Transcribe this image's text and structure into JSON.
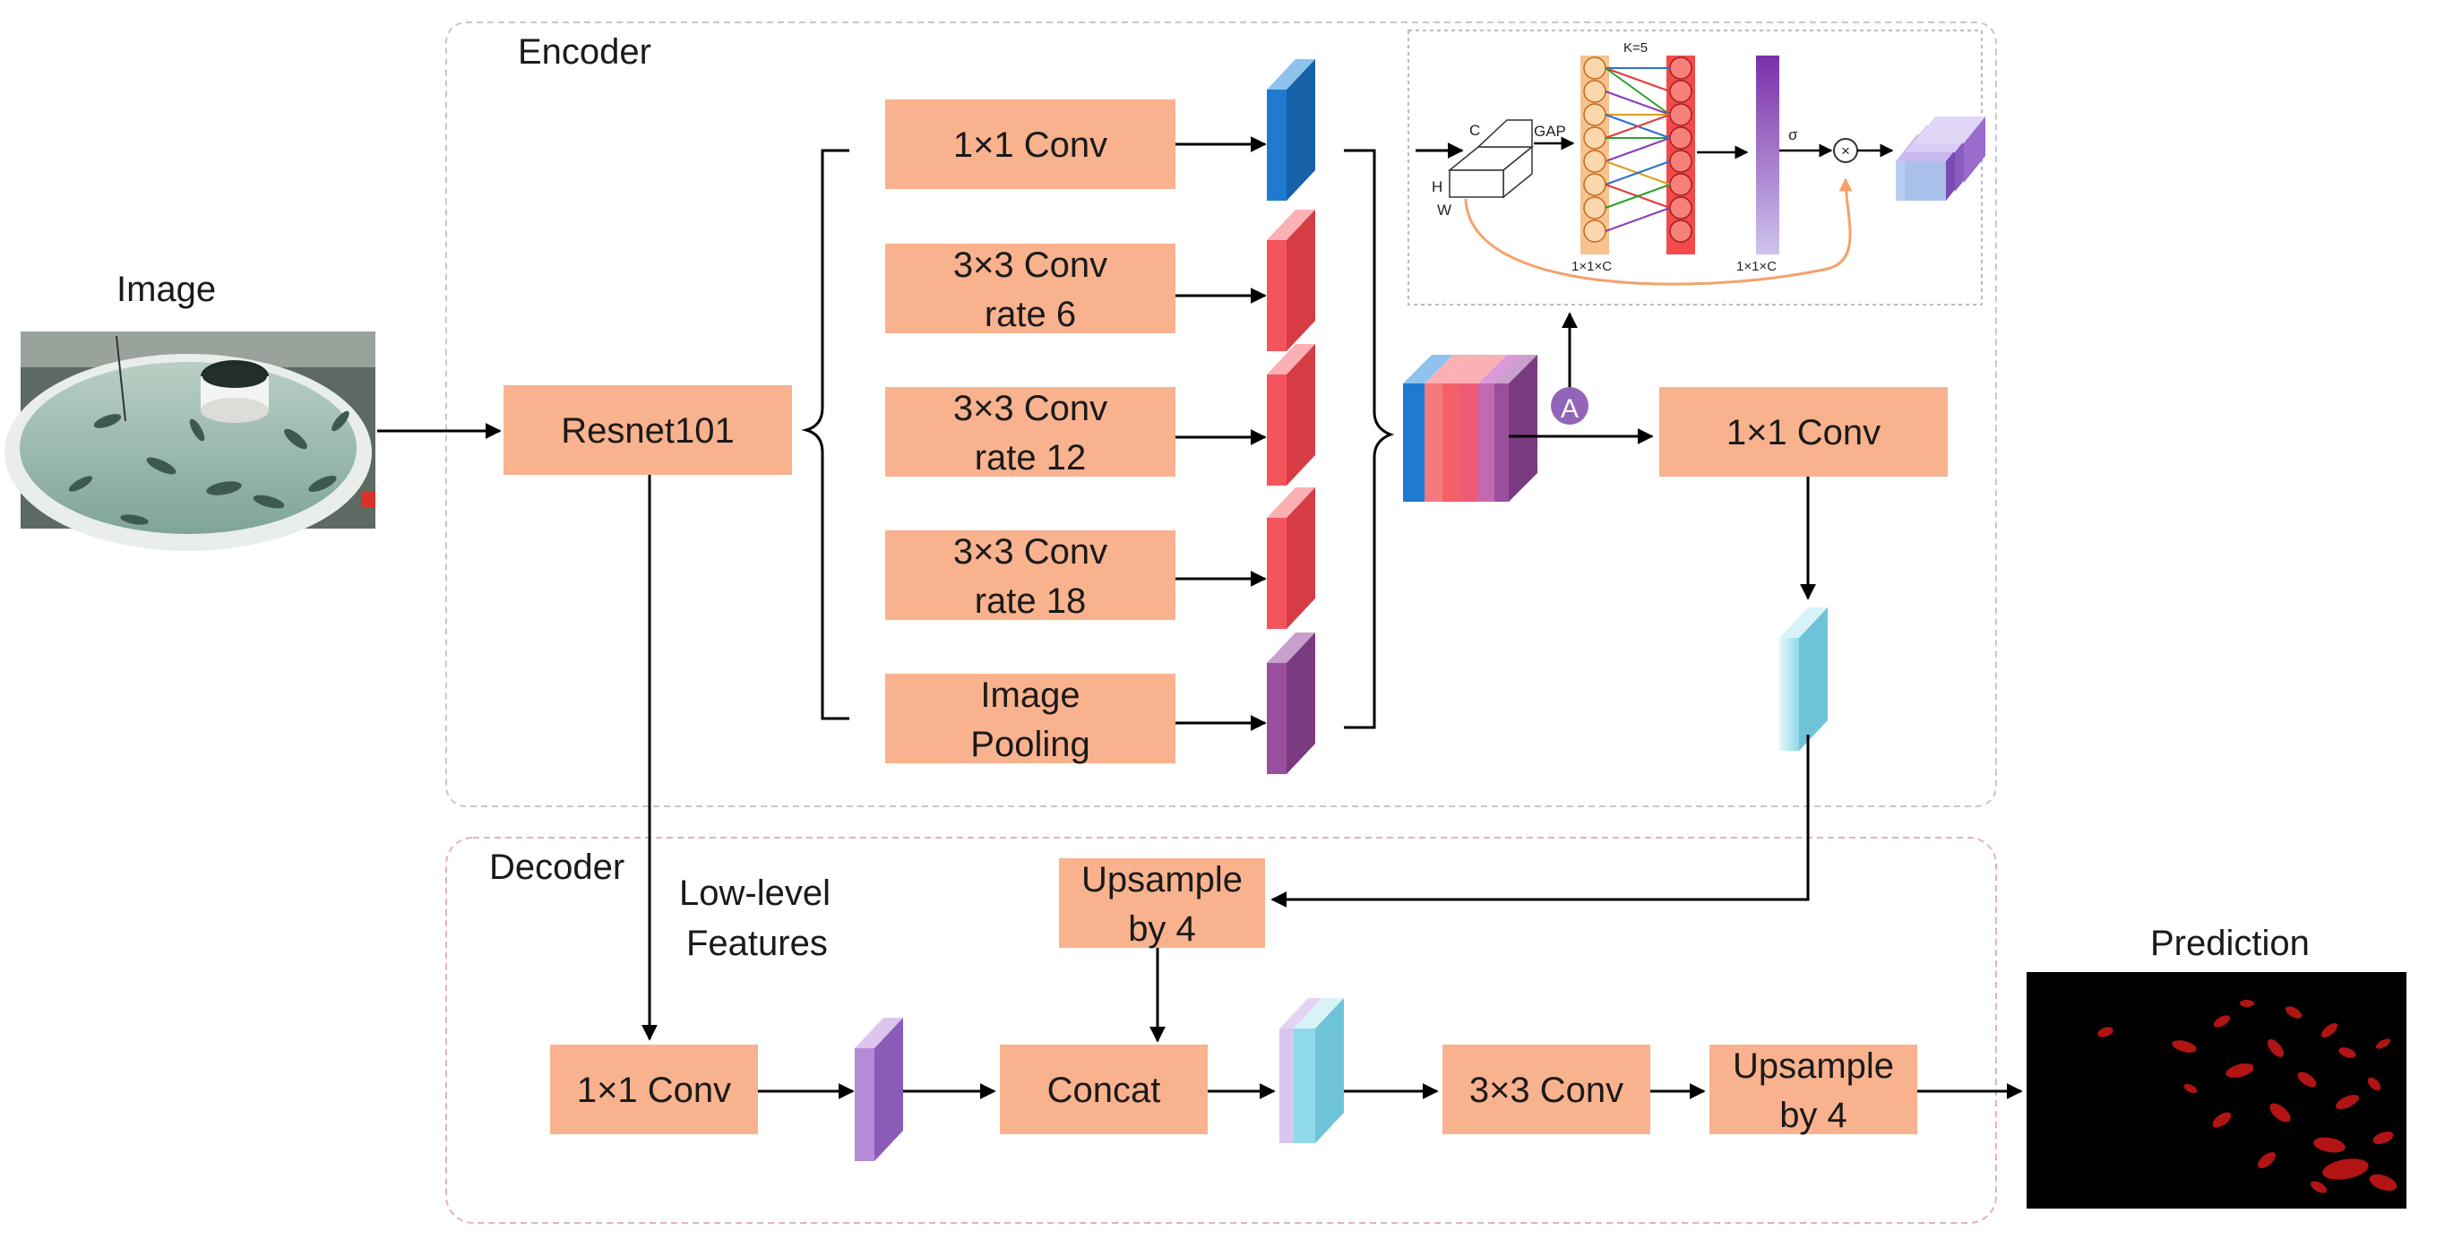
{
  "regions": {
    "encoder": "Encoder",
    "decoder": "Decoder"
  },
  "labels": {
    "image": "Image",
    "prediction": "Prediction",
    "low_level_1": "Low-level",
    "low_level_2": "Features"
  },
  "blocks": {
    "resnet": "Resnet101",
    "aspp_1x1": "1×1 Conv",
    "aspp_r6_1": "3×3 Conv",
    "aspp_r6_2": "rate 6",
    "aspp_r12_1": "3×3 Conv",
    "aspp_r12_2": "rate 12",
    "aspp_r18_1": "3×3 Conv",
    "aspp_r18_2": "rate 18",
    "pool_1": "Image",
    "pool_2": "Pooling",
    "enc_1x1": "1×1 Conv",
    "up4_a_1": "Upsample",
    "up4_a_2": "by 4",
    "dec_1x1": "1×1 Conv",
    "concat": "Concat",
    "dec_3x3": "3×3 Conv",
    "up4_b_1": "Upsample",
    "up4_b_2": "by 4"
  },
  "attention": {
    "badge": "A",
    "k": "K=5",
    "c": "C",
    "gap": "GAP",
    "h": "H",
    "w": "W",
    "dim1": "1×1×C",
    "dim2": "1×1×C",
    "sigma": "σ",
    "mult": "×"
  },
  "colors": {
    "block_fill": "#f9b28e",
    "blue": "#1f7bcf",
    "red": "#f4555d",
    "purple": "#9a4e9e",
    "lightblue": "#8fd9e8",
    "lavender": "#b58ad6",
    "frame": "#c8c8c8",
    "decoder_frame": "#e8b0b8"
  }
}
